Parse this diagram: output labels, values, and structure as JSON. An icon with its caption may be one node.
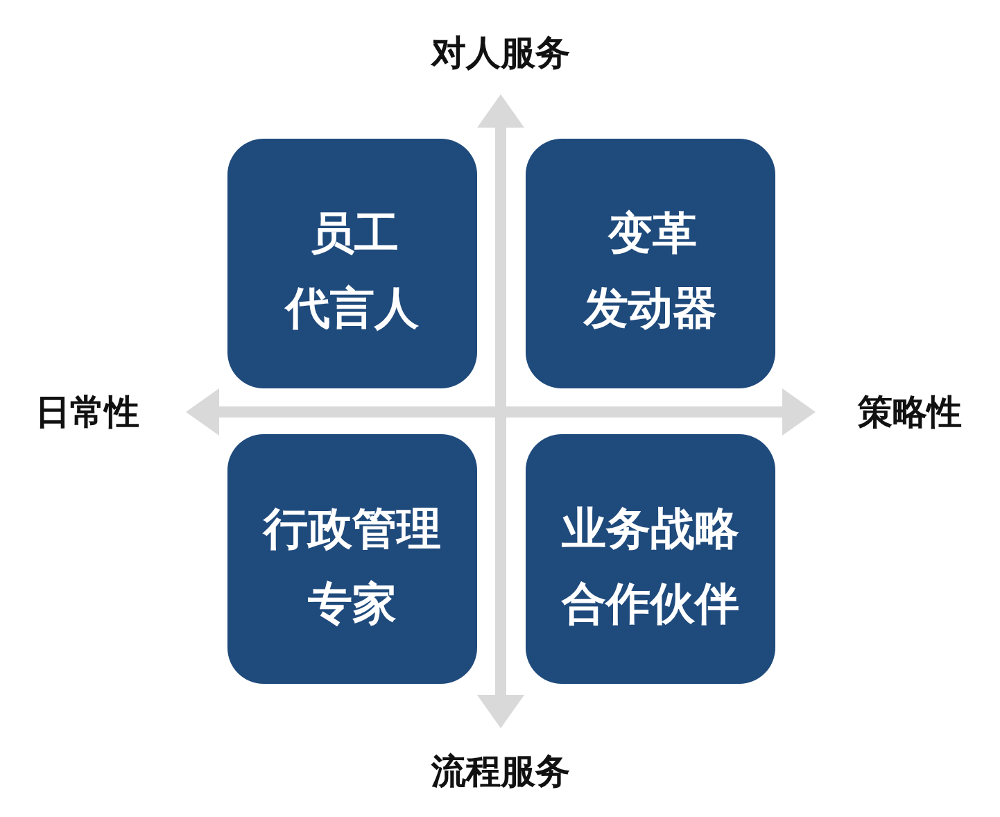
{
  "diagram": {
    "nodes": [
      {
        "text": [
          "员工代言人"
        ]
      },
      {
        "text": [
          "变革发动器"
        ]
      },
      {
        "text": [
          "行政管理专家"
        ]
      },
      {
        "text": [
          "业务战略合作伙伴"
        ]
      }
    ],
    "labels": [
      "对人服务",
      "日常性",
      "策略性",
      "流程服务"
    ]
  }
}
